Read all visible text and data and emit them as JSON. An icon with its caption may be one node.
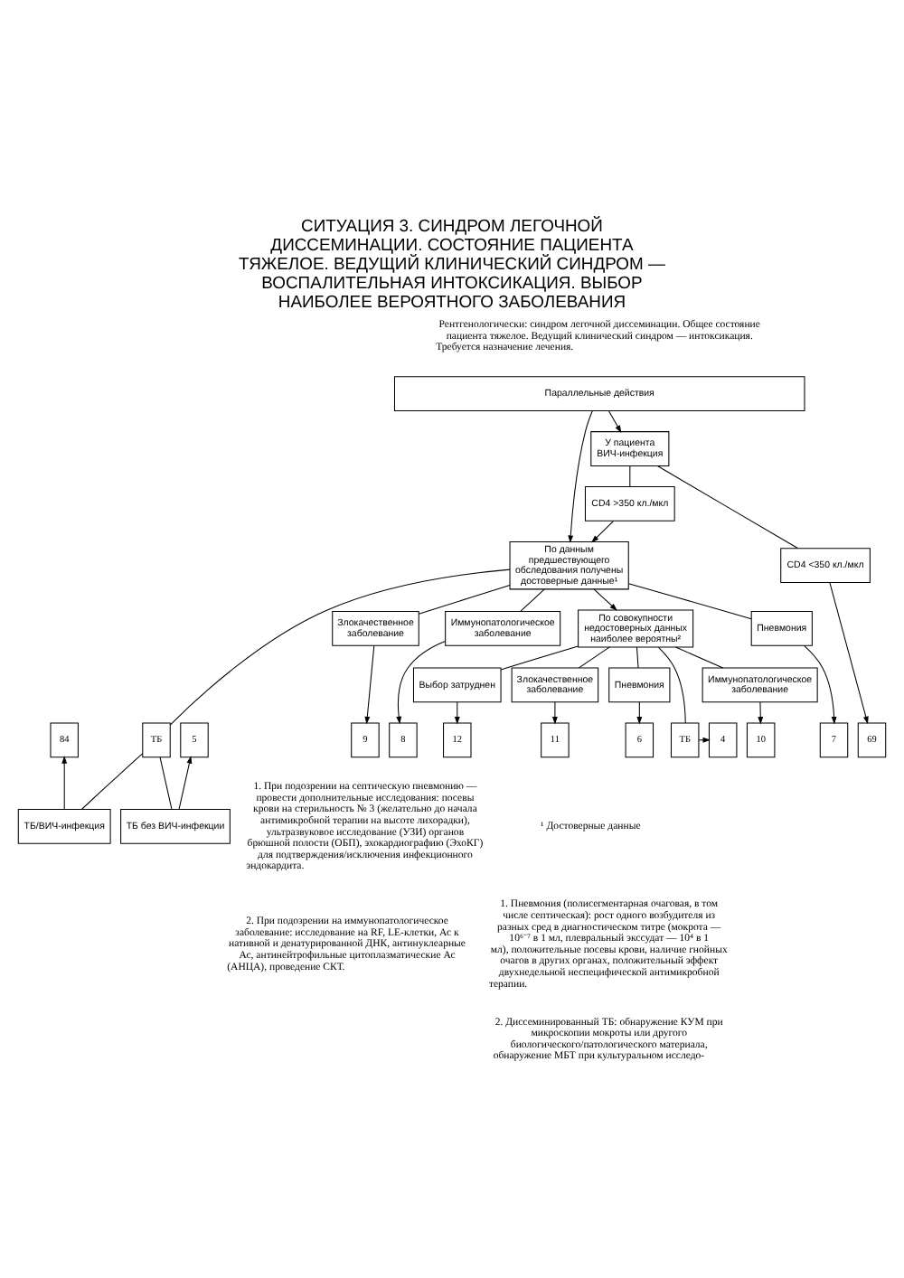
{
  "diagram": {
    "title": "СИТУАЦИЯ 3. СИНДРОМ ЛЕГОЧНОЙ ДИССЕМИНАЦИИ. СОСТОЯНИЕ ПАЦИЕНТА ТЯЖЕЛОЕ. ВЕДУЩИЙ КЛИНИЧЕСКИЙ СИНДРОМ — ВОСПАЛИТЕЛЬНАЯ ИНТОКСИКАЦИЯ. ВЫБОР НАИБОЛЕЕ ВЕРОЯТНОГО ЗАБОЛЕВАНИЯ",
    "nodes": [
      {
        "text": [
          "Параллельные действия"
        ]
      },
      {
        "text": [
          "По данным предшествующего обследования получены достоверные данные¹"
        ]
      },
      {
        "text": [
          "CD4 >350 кл./мкл"
        ]
      },
      {
        "text": [
          "У пациента ВИЧ-инфекция"
        ]
      },
      {
        "text": [
          "Пневмония"
        ]
      },
      {
        "text": [
          "ТБ"
        ]
      },
      {
        "text": [
          "ТБ/ВИЧ-инфекция"
        ]
      },
      {
        "text": [
          "Злокачественное заболевание"
        ]
      },
      {
        "text": [
          "Иммунопатологическое заболевание"
        ]
      },
      {
        "text": [
          "ТБ без ВИЧ-инфекции"
        ]
      },
      {
        "text": [
          "По совокупности недостоверных данных наиболее вероятны²"
        ]
      },
      {
        "text": [
          "CD4 <350 кл./мкл"
        ]
      },
      {
        "text": [
          "Злокачественное заболевание"
        ]
      },
      {
        "text": [
          "Пневмония"
        ]
      },
      {
        "text": [
          "ТБ"
        ]
      },
      {
        "text": [
          "Иммунопатологическое заболевание"
        ]
      },
      {
        "text": [
          "Выбор затруднен"
        ]
      },
      {
        "text": [
          "8"
        ]
      },
      {
        "text": [
          "7"
        ]
      },
      {
        "text": [
          "84"
        ]
      },
      {
        "text": [
          "5"
        ]
      },
      {
        "text": [
          "9"
        ]
      },
      {
        "text": [
          "4"
        ]
      },
      {
        "text": [
          "6"
        ]
      },
      {
        "text": [
          "10"
        ]
      },
      {
        "text": [
          "11"
        ]
      },
      {
        "text": [
          "12"
        ]
      },
      {
        "text": [
          "69"
        ]
      }
    ],
    "edges": [
      {
        "from": 0,
        "to": 1,
        "arrow": "to"
      },
      {
        "from": 0,
        "to": 3,
        "arrow": "to"
      },
      {
        "from": 3,
        "to": 2,
        "arrow": "none"
      },
      {
        "from": 2,
        "to": 1,
        "arrow": "to"
      },
      {
        "from": 3,
        "to": 11,
        "arrow": "none"
      },
      {
        "from": 1,
        "to": 10,
        "arrow": "to"
      },
      {
        "from": 1,
        "to": 8,
        "arrow": "none"
      },
      {
        "from": 1,
        "to": 4,
        "arrow": "none"
      },
      {
        "from": 1,
        "to": 5,
        "arrow": "none"
      },
      {
        "from": 5,
        "to": 6,
        "arrow": "none"
      },
      {
        "from": 5,
        "to": 9,
        "arrow": "none"
      },
      {
        "from": 1,
        "to": 7,
        "arrow": "none"
      },
      {
        "from": 10,
        "to": 14,
        "arrow": "none"
      },
      {
        "from": 10,
        "to": 13,
        "arrow": "none"
      },
      {
        "from": 10,
        "to": 15,
        "arrow": "none"
      },
      {
        "from": 10,
        "to": 12,
        "arrow": "none"
      },
      {
        "from": 10,
        "to": 16,
        "arrow": "none"
      },
      {
        "from": 8,
        "to": 17,
        "arrow": "to"
      },
      {
        "from": 4,
        "to": 18,
        "arrow": "to"
      },
      {
        "from": 6,
        "to": 19,
        "arrow": "to"
      },
      {
        "from": 9,
        "to": 20,
        "arrow": "to"
      },
      {
        "from": 7,
        "to": 21,
        "arrow": "to"
      },
      {
        "from": 14,
        "to": 22,
        "arrow": "to"
      },
      {
        "from": 13,
        "to": 23,
        "arrow": "to"
      },
      {
        "from": 15,
        "to": 24,
        "arrow": "to"
      },
      {
        "from": 12,
        "to": 25,
        "arrow": "to"
      },
      {
        "from": 16,
        "to": 26,
        "arrow": "to"
      },
      {
        "from": 11,
        "to": 27,
        "arrow": "to"
      }
    ],
    "labels": [
      "Рентгенологически: синдром легочной диссеминации. Общее состояние пациента тяжелое. Ведущий клинический синдром — интоксикация. Требуется назначение лечения.",
      "1. При подозрении на септическую пневмонию — провести дополнительные исследования: посевы крови на стерильность № 3 (желательно до начала антимикробной терапии на высоте лихорадки), ультразвуковое исследование (УЗИ) органов брюшной полости (ОБП), эхокардиографию (ЭхоКГ) для подтверждения/исключения инфекционного эндокардита.",
      "2. При подозрении на иммунопатологическое заболевание: исследование на RF, LE-клетки, Ас к нативной и денатурированной ДНК, антинуклеарные Ас, антинейтрофильные цитоплазматические Ас (АНЦА), проведение СКТ.",
      "¹ Достоверные данные",
      "1. Пневмония (полисегментарная очаговая, в том числе септическая): рост одного возбудителя из разных сред в диагностическом титре (мокрота — 10⁶⁻⁷ в 1 мл, плевральный экссудат — 10⁴ в 1 мл), положительные посевы крови, наличие гнойных очагов в других органах, положительный эффект двухнедельной неспецифической антимикробной терапии.",
      "2. Диссеминированный ТБ: обнаружение КУМ при микроскопии мокроты или другого биологического/патологического материала, обнаружение МБТ при культуральном исследо-"
    ]
  }
}
